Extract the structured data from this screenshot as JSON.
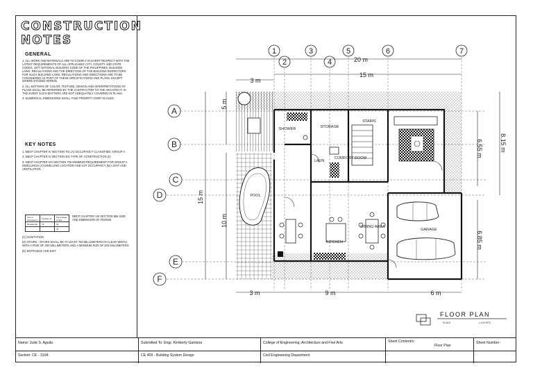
{
  "notes": {
    "title_line1": "CONSTRUCTION",
    "title_line2": "NOTES",
    "general_heading": "GENERAL",
    "general_items": [
      "1. ALL WORK AND MATERIALS ARE TO COMPLY IN EVERY RESPECT WITH THE LATEST REQUIREMENTS OF ALL APPLICABLE CITY, COUNTY AND STATE CODES, 1977 NATIONAL BUILDING CODE OF THE PHILIPPINES, BUILDING LAWS, REGULATIONS AND THE DIRECTION OF THE BUILDING INSPECTORS FOR SUCH BUILDING LAWS. REGULATIONS AND DIRECTIONS ARE TO BE CONSIDERED AS PART OF THESE SPECIFICATIONS AND PLANS, EXCEPT WHERE EXCEED HEREIN.",
      "2. ALL MATTERS OF COLOR, TEXTURE, DESIGN AND INTERPRETATIONS OF PLANS SHALL BE REFERRED BY THE CONTRACTOR TO THE ARCHITECT. IN THE EVENT SUCH MATTERS ARE NOT ADEQUATELY COVERED IN PLANS.",
      "3. NUMERICAL DIMENSIONS SHALL TAKE PRIORITY OVER SCALED."
    ],
    "key_heading": "KEY NOTES",
    "key_items": [
      "1. NBCP CHAPTER IV SECTION 701 (a) OCCUPANCY CLASSIFIED: GROUP A",
      "2. NBCP CHAPTER IV SECTION 401 TYPE OF CONSTRUCTION (2)",
      "3. NBCP CHAPTER VIII SECTION 705 MINIMUM REQUIREMENT FOR GROUP A DWELLINGS (a) DWELLING LOCATION AND LOT OCCUPANCY (b) LIGHT AND VENTILATION"
    ],
    "chapter_note": "NBCP CHAPTER VIII SECTION 806 SIZE AND DIMENSION OF ROOMS",
    "mini_table": [
      [
        "Use or Occupancy",
        "Typical Lot",
        "Percentage of Site"
      ],
      [
        "Residential",
        "70",
        "60"
      ],
      [
        "",
        "",
        "70"
      ]
    ],
    "sanitation_items": [
      "(c) SANITATION",
      "(d) STAIRS - Stairs shall be at least 750 millimeters in clear width, with a rise of 200 millimeters and a minimum run of 200 millimeters.",
      "(e) ENTRANCE AND EXIT"
    ]
  },
  "plan": {
    "grid_columns": [
      "1",
      "2",
      "3",
      "4",
      "5",
      "6",
      "7"
    ],
    "grid_rows": [
      "A",
      "B",
      "C",
      "D",
      "E",
      "F"
    ],
    "dims_top": {
      "overall": "20 m",
      "inner": "15 m",
      "left": "3 m"
    },
    "dims_bottom": {
      "a": "3 m",
      "b": "9 m",
      "c": "6 m"
    },
    "dims_left": {
      "upper": "5 m",
      "lower": "10 m",
      "overall": "15 m"
    },
    "dims_right": {
      "overall": "8.15 m",
      "inner": "6.55 m",
      "lower": "6.85 m"
    },
    "rooms": {
      "shower": "SHOWER",
      "storage": "STORAGE",
      "stairs": "STAIRS",
      "laundry": "LAUN",
      "comfort": "COMFORT\nROOM",
      "pool": "POOL",
      "dining": "DINING\nAREA",
      "kitchen": "KITCHEN",
      "garage": "GARAGE"
    },
    "title": "FLOOR PLAN",
    "title_scale": "SCALE",
    "title_ratio": "1:100 MTS"
  },
  "title_block": {
    "name": "Name: Jude S. Aguila",
    "section": "Section: CE - 3104",
    "submitted_to": "Submitted To: Engr. Kimberly Gamboa",
    "course": "CE 409 - Building System Design",
    "college": "College of Engineering, Architecture and Fine Arts",
    "department": "Civil Engineering Department",
    "sheet_contents_label": "Sheet Content/s:",
    "sheet_contents_value": "Floor Plan",
    "sheet_number_label": "Sheet Number:"
  }
}
